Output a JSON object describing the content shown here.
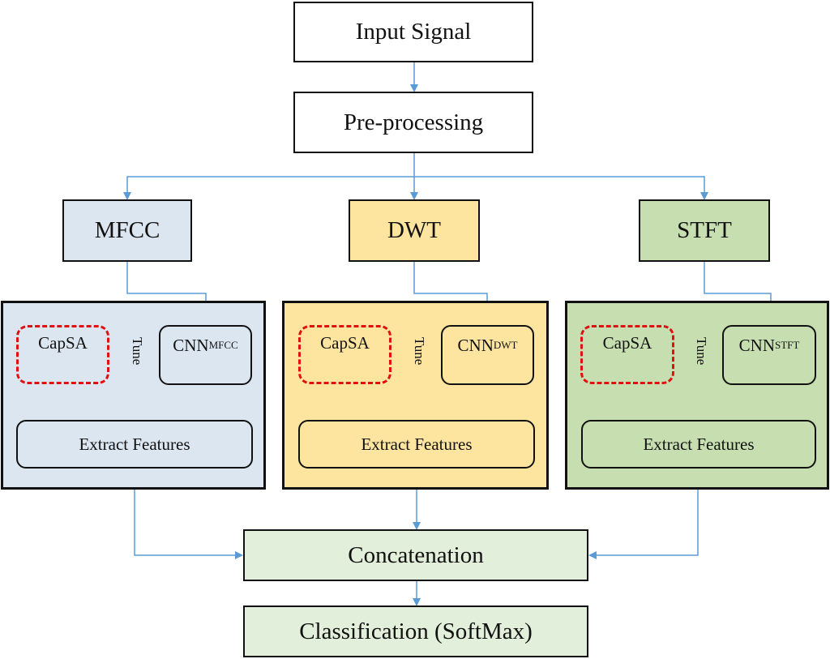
{
  "nodes": {
    "input": "Input Signal",
    "pre": "Pre-processing",
    "concat": "Concatenation",
    "classify": "Classification (SoftMax)"
  },
  "branches": [
    {
      "name": "MFCC",
      "cnn": "CNN",
      "sub": "MFCC",
      "optimizer": "CapSA",
      "tune": "Tune",
      "extract": "Extract Features",
      "fill": "#dce6f1",
      "head_fill": "#dce6f1"
    },
    {
      "name": "DWT",
      "cnn": "CNN",
      "sub": "DWT",
      "optimizer": "CapSA",
      "tune": "Tune",
      "extract": "Extract Features",
      "fill": "#fde5a0",
      "head_fill": "#fde5a0"
    },
    {
      "name": "STFT",
      "cnn": "CNN",
      "sub": "STFT",
      "optimizer": "CapSA",
      "tune": "Tune",
      "extract": "Extract Features",
      "fill": "#c6deb0",
      "head_fill": "#c6deb0"
    }
  ],
  "colors": {
    "arrow": "#5b9bd5",
    "tune_arrow": "#e01010",
    "concat_fill": "#e2efda"
  }
}
